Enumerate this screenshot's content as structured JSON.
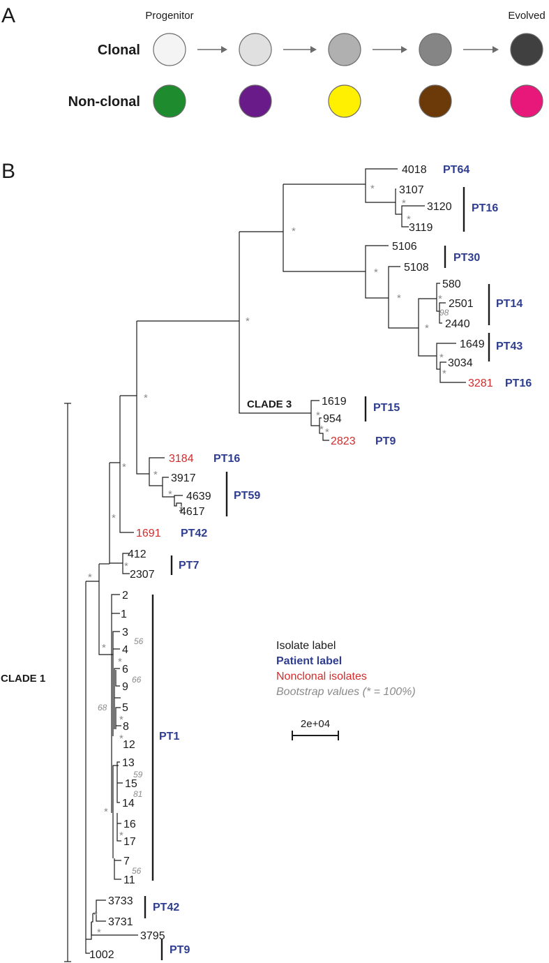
{
  "panel_a": {
    "panel_label": "A",
    "progenitor_label": "Progenitor",
    "evolved_label": "Evolved",
    "rows": [
      {
        "label": "Clonal",
        "colors": [
          "#f4f4f4",
          "#e0e0e0",
          "#b0b0b0",
          "#858585",
          "#404040"
        ],
        "arrows": true
      },
      {
        "label": "Non-clonal",
        "colors": [
          "#1e8c2e",
          "#6a1b8a",
          "#ffef00",
          "#6b3a08",
          "#e8177a"
        ],
        "arrows": false
      }
    ]
  },
  "panel_b": {
    "panel_label": "B",
    "clade1_label": "CLADE 1",
    "clade3_label": "CLADE 3",
    "scale_label": "2e+04",
    "legend": [
      {
        "text": "Isolate label",
        "color": "#1a1a1a",
        "weight": "normal",
        "style": "normal"
      },
      {
        "text": "Patient label",
        "color": "#2e3d8f",
        "weight": "bold",
        "style": "normal"
      },
      {
        "text": "Nonclonal isolates",
        "color": "#d22b2b",
        "weight": "normal",
        "style": "normal"
      },
      {
        "text": "Bootstrap values (* = 100%)",
        "color": "#8a8a8a",
        "weight": "normal",
        "style": "italic"
      }
    ],
    "leaves": [
      {
        "name": "4018",
        "color": "black"
      },
      {
        "name": "3107",
        "color": "black"
      },
      {
        "name": "3120",
        "color": "black"
      },
      {
        "name": "3119",
        "color": "black"
      },
      {
        "name": "5106",
        "color": "black"
      },
      {
        "name": "5108",
        "color": "black"
      },
      {
        "name": "580",
        "color": "black"
      },
      {
        "name": "2501",
        "color": "black"
      },
      {
        "name": "2440",
        "color": "black"
      },
      {
        "name": "1649",
        "color": "black"
      },
      {
        "name": "3034",
        "color": "black"
      },
      {
        "name": "3281",
        "color": "red"
      },
      {
        "name": "1619",
        "color": "black"
      },
      {
        "name": "954",
        "color": "black"
      },
      {
        "name": "2823",
        "color": "red"
      },
      {
        "name": "3184",
        "color": "red"
      },
      {
        "name": "3917",
        "color": "black"
      },
      {
        "name": "4639",
        "color": "black"
      },
      {
        "name": "4617",
        "color": "black"
      },
      {
        "name": "1691",
        "color": "red"
      },
      {
        "name": "412",
        "color": "black"
      },
      {
        "name": "2307",
        "color": "black"
      },
      {
        "name": "2",
        "color": "black"
      },
      {
        "name": "1",
        "color": "black"
      },
      {
        "name": "3",
        "color": "black"
      },
      {
        "name": "4",
        "color": "black"
      },
      {
        "name": "6",
        "color": "black"
      },
      {
        "name": "9",
        "color": "black"
      },
      {
        "name": "5",
        "color": "black"
      },
      {
        "name": "8",
        "color": "black"
      },
      {
        "name": "12",
        "color": "black"
      },
      {
        "name": "13",
        "color": "black"
      },
      {
        "name": "15",
        "color": "black"
      },
      {
        "name": "14",
        "color": "black"
      },
      {
        "name": "16",
        "color": "black"
      },
      {
        "name": "17",
        "color": "black"
      },
      {
        "name": "7",
        "color": "black"
      },
      {
        "name": "11",
        "color": "black"
      },
      {
        "name": "3733",
        "color": "black"
      },
      {
        "name": "3731",
        "color": "black"
      },
      {
        "name": "3795",
        "color": "black"
      },
      {
        "name": "1002",
        "color": "black"
      }
    ],
    "patient_groups": [
      "PT64",
      "PT16",
      "PT30",
      "PT14",
      "PT43",
      "PT16",
      "PT15",
      "PT9",
      "PT16",
      "PT59",
      "PT42",
      "PT7",
      "PT1",
      "PT42",
      "PT9"
    ],
    "bootstrap_star": "*",
    "bootstrap_numbers": [
      "98",
      "56",
      "66",
      "68",
      "59",
      "81",
      "56"
    ]
  }
}
